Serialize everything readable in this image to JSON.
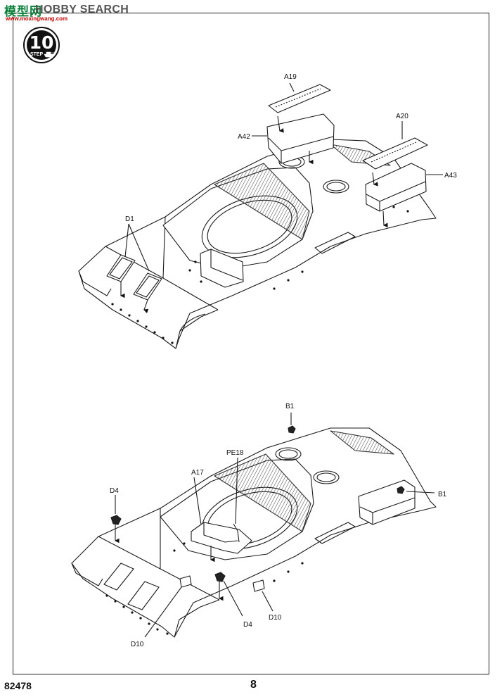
{
  "watermark": {
    "logo": "模型网",
    "title": "HOBBY SEARCH",
    "url": "www.moxingwang.com"
  },
  "step": {
    "number": "10",
    "label": "STEP"
  },
  "callouts_top": {
    "a19": "A19",
    "a42": "A42",
    "a20": "A20",
    "a43": "A43",
    "d1": "D1"
  },
  "callouts_bottom": {
    "b1_top": "B1",
    "b1_right": "B1",
    "pe18": "PE18",
    "a17": "A17",
    "d4_left": "D4",
    "d4_bottom": "D4",
    "d10_right": "D10",
    "d10_bottom": "D10"
  },
  "footer": {
    "code": "82478",
    "page": "8"
  }
}
